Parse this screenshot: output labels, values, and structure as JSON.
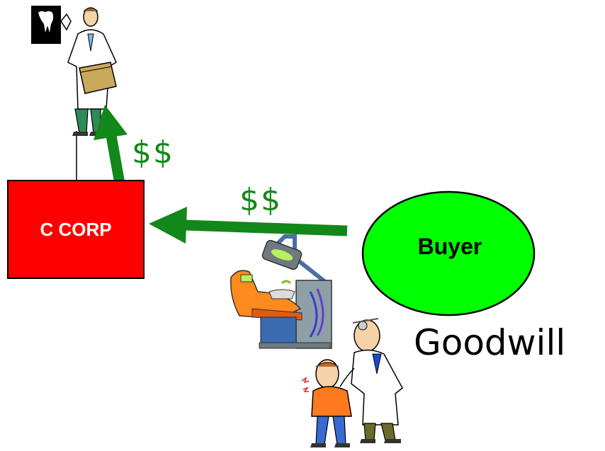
{
  "entities": {
    "corp_label": "C CORP",
    "buyer_label": "Buyer"
  },
  "flows": {
    "money_to_owner": "$$",
    "money_from_buyer": "$$"
  },
  "asset_label": "Goodwill",
  "colors": {
    "corp_fill": "#ff0000",
    "buyer_fill": "#00ff00",
    "arrow_green": "#12871a"
  },
  "icons": [
    "dentist-xray-icon",
    "tooth-icon",
    "dental-chair-icon",
    "dentist-patient-icon"
  ]
}
